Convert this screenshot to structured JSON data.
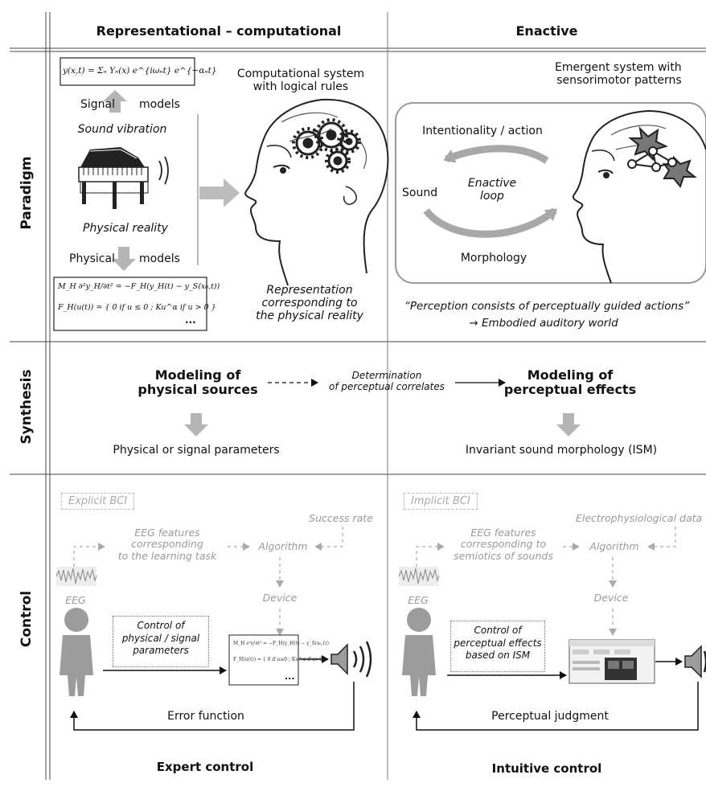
{
  "columns": {
    "left_header": "Representational – computational",
    "right_header": "Enactive"
  },
  "rows": {
    "paradigm": "Paradigm",
    "synthesis": "Synthesis",
    "control": "Control"
  },
  "paradigm_left": {
    "formula_top": "y(x,t) = Σₙ Yₙ(x) e^{iωₙt} e^{−αₙt}",
    "signal_label": "Signal",
    "models_label_top": "models",
    "sound_vibration": "Sound vibration",
    "physical_reality": "Physical reality",
    "physical_label": "Physical",
    "models_label_bottom": "models",
    "formula_bottom_1": "M_H ∂²y_H/∂t² = −F_H(y_H(t) − y_S(x₀,t))",
    "formula_bottom_2": "F_H(u(t)) = { 0 if u ≤ 0 ; Ku^α if u > 0 }",
    "formula_ellipsis": "...",
    "computational_caption": "Computational system\nwith logical rules",
    "representation_caption": "Representation\ncorresponding to\nthe physical reality"
  },
  "paradigm_right": {
    "emergent_caption": "Emergent system with\nsensorimotor patterns",
    "intentionality": "Intentionality / action",
    "sound": "Sound",
    "enactive_loop": "Enactive\nloop",
    "morphology": "Morphology",
    "quote": "“Perception consists of perceptually guided actions”",
    "embodied": "→ Embodied auditory world"
  },
  "synthesis": {
    "left_title": "Modeling of\nphysical sources",
    "middle_note": "Determination\nof perceptual correlates",
    "right_title": "Modeling of\nperceptual effects",
    "left_output": "Physical or signal parameters",
    "right_output": "Invariant sound morphology (ISM)"
  },
  "control_left": {
    "bci": "Explicit BCI",
    "features": "EEG features\ncorresponding\nto the learning task",
    "algorithm": "Algorithm",
    "feedback": "Success rate",
    "device": "Device",
    "eeg": "EEG",
    "control_box": "Control of\nphysical / signal\nparameters",
    "device_formula_dots": "...",
    "error_function": "Error function",
    "footer": "Expert control"
  },
  "control_right": {
    "bci": "Implicit BCI",
    "features": "EEG features\ncorresponding to\nsemiotics of sounds",
    "algorithm": "Algorithm",
    "feedback": "Electrophysiological data",
    "device": "Device",
    "eeg": "EEG",
    "control_box": "Control of\nperceptual effects\nbased on ISM",
    "judgment": "Perceptual judgment",
    "footer": "Intuitive control"
  },
  "colors": {
    "line": "#444444",
    "arrow_gray": "#b5b5b5",
    "person_gray": "#9c9c9c",
    "light_text": "#9a9a9a"
  }
}
